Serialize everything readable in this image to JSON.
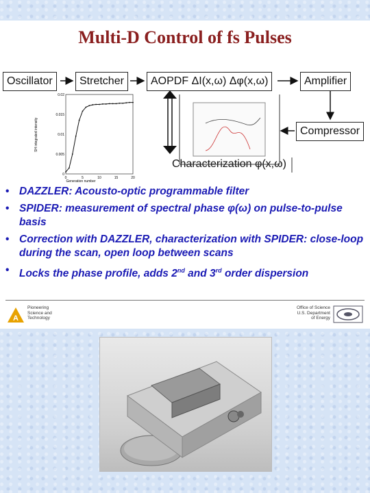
{
  "slide": {
    "title": "Multi-D Control of fs Pulses",
    "diagram": {
      "oscillator": "Oscillator",
      "stretcher": "Stretcher",
      "aopdf": "AOPDF ΔI(x,ω) Δφ(x,ω)",
      "amplifier": "Amplifier",
      "compressor": "Compressor",
      "characterization": "Characterization φ(x,ω)"
    },
    "bullets": [
      {
        "text": "DAZZLER: Acousto-optic programmable filter"
      },
      {
        "text": "SPIDER: measurement of spectral phase φ(ω) on pulse-to-pulse basis"
      },
      {
        "text": "Correction with DAZZLER, characterization with SPIDER: close-loop during the scan, open loop between scans"
      },
      {
        "pre": "Locks the phase profile, adds 2",
        "sup1": "nd",
        "mid": " and 3",
        "sup2": "rd",
        "post": " order dispersion"
      }
    ],
    "footer": {
      "left_line1": "Pioneering",
      "left_line2": "Science and",
      "left_line3": "Technology",
      "right_line1": "Office of Science",
      "right_line2": "U.S. Department",
      "right_line3": "of Energy"
    }
  },
  "chart_data": {
    "type": "line",
    "title": "",
    "xlabel": "Generation number",
    "ylabel": "SH integrated intensity",
    "xlim": [
      0,
      20
    ],
    "ylim": [
      0,
      0.02
    ],
    "xticks": [
      "0",
      "5",
      "10",
      "15",
      "20"
    ],
    "yticks": [
      "0",
      "0.005",
      "0.01",
      "0.015",
      "0.02"
    ],
    "series": [
      {
        "x": [
          0,
          1,
          2,
          3,
          4,
          5,
          6,
          7,
          8,
          9,
          10,
          11,
          12,
          13,
          14,
          15,
          16,
          17,
          18,
          19,
          20
        ],
        "values": [
          0.0005,
          0.0015,
          0.005,
          0.0095,
          0.0135,
          0.0158,
          0.0168,
          0.0172,
          0.0174,
          0.0175,
          0.0175,
          0.0176,
          0.0176,
          0.0177,
          0.0177,
          0.0177,
          0.0178,
          0.0178,
          0.0179,
          0.018,
          0.018
        ]
      }
    ]
  }
}
